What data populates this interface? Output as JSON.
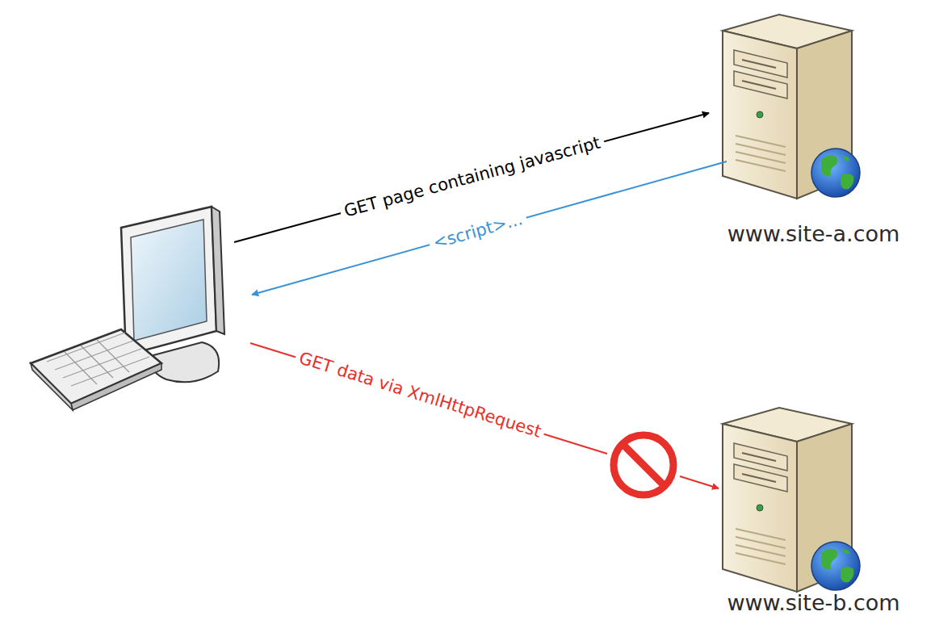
{
  "diagram": {
    "nodes": [
      {
        "text": [
          "www.site-a.com"
        ]
      },
      {
        "text": [
          "www.site-b.com"
        ]
      }
    ],
    "labels": [
      "GET page containing javascript",
      "<script>...",
      "GET data via XmlHttpRequest"
    ]
  }
}
